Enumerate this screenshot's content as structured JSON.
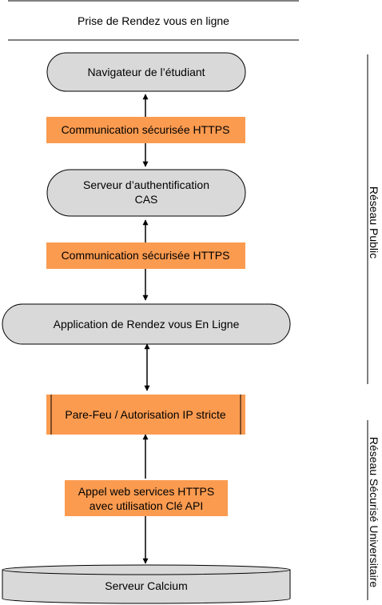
{
  "title": "Prise de Rendez vous en ligne",
  "nodes": {
    "browser": "Navigateur de l’étudiant",
    "cas_line1": "Serveur d’authentification",
    "cas_line2": "CAS",
    "app": "Application de Rendez vous En Ligne",
    "firewall": "Pare-Feu / Autorisation IP stricte",
    "calcium": "Serveur Calcium"
  },
  "links": {
    "https_1": "Communication sécurisée HTTPS",
    "https_2": "Communication sécurisée HTTPS",
    "api_line1": "Appel web services HTTPS",
    "api_line2": "avec utilisation Clé API"
  },
  "zones": {
    "public": "Réseau Public",
    "secure": "Réseau Sécurisé Universitaire"
  },
  "colors": {
    "node_fill": "#d9d9d9",
    "label_fill": "#fb9b50",
    "stroke": "#000000"
  }
}
